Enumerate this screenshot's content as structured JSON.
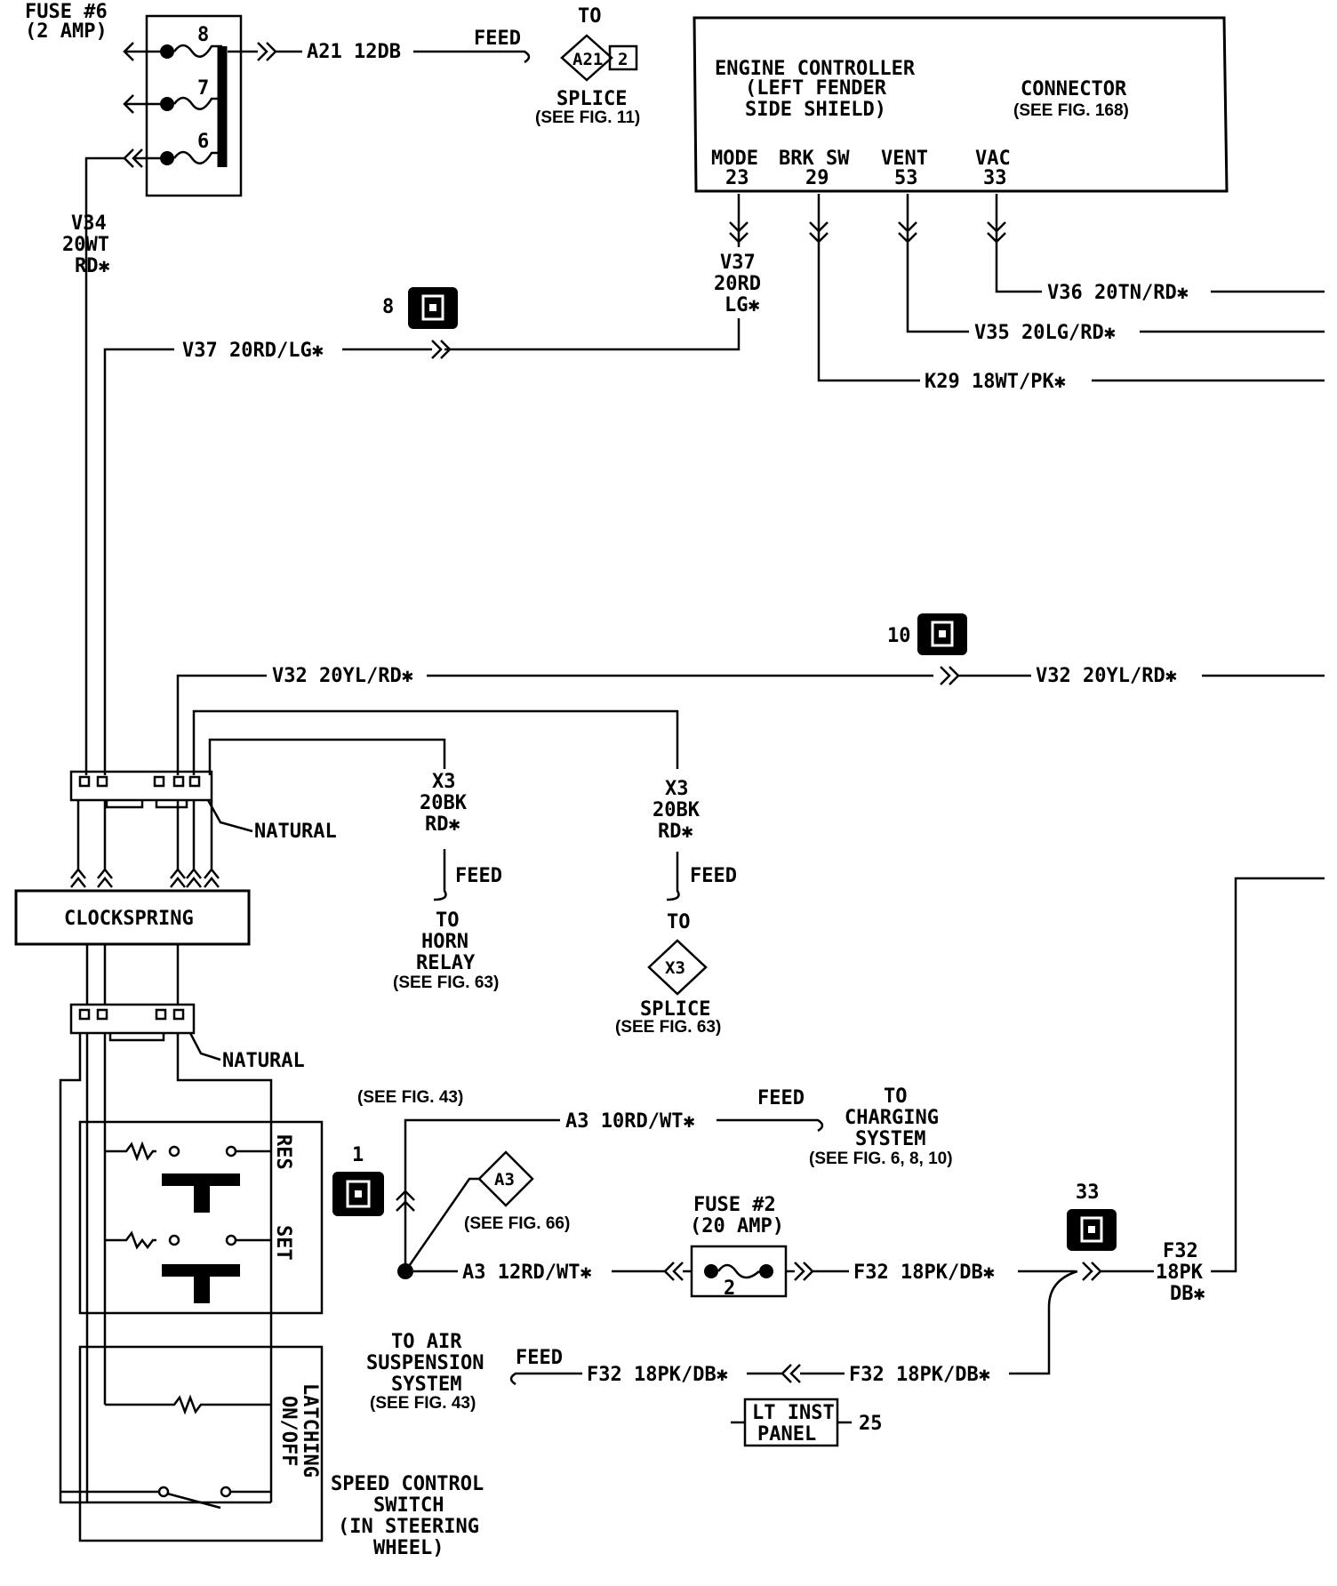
{
  "fuse6": {
    "title": "FUSE #6",
    "rating": "(2 AMP)",
    "positions": [
      "8",
      "7",
      "6"
    ]
  },
  "feed_labels": {
    "feed": "FEED",
    "to": "TO",
    "splice": "SPLICE"
  },
  "circuits": {
    "a21": "A21 12DB",
    "v34": [
      "V34",
      "20WT",
      "RD✱"
    ],
    "v37_vertical": [
      "V37",
      "20RD",
      "LG✱"
    ],
    "v37": "V37 20RD/LG✱",
    "v36": "V36 20TN/RD✱",
    "v35": "V35 20LG/RD✱",
    "k29": "K29 18WT/PK✱",
    "v32": "V32 20YL/RD✱",
    "x3": [
      "X3",
      "20BK",
      "RD✱"
    ],
    "a3_top": "A3 10RD/WT✱",
    "a3_bottom": "A3 12RD/WT✱",
    "f32": "F32 18PK/DB✱",
    "f32_vertical": [
      "F32",
      "18PK",
      "DB✱"
    ]
  },
  "splice_a21": {
    "id": "A21",
    "suffix": "2",
    "ref": "(SEE FIG. 11)"
  },
  "engine_controller": {
    "title": [
      "ENGINE CONTROLLER",
      "(LEFT FENDER",
      "SIDE SHIELD)"
    ],
    "connector": [
      "CONNECTOR",
      "(SEE FIG. 168)"
    ],
    "pins": [
      {
        "name": "MODE",
        "num": "23"
      },
      {
        "name": "BRK SW",
        "num": "29"
      },
      {
        "name": "VENT",
        "num": "53"
      },
      {
        "name": "VAC",
        "num": "33"
      }
    ]
  },
  "connectors": {
    "c8": "8",
    "c10": "10",
    "c1": "1",
    "c33": "33",
    "c25": "25"
  },
  "natural": "NATURAL",
  "clockspring": "CLOCKSPRING",
  "horn_relay": {
    "lines": [
      "TO",
      "HORN",
      "RELAY"
    ],
    "ref": "(SEE FIG. 63)"
  },
  "splice_x3": {
    "id": "X3",
    "ref": "(SEE FIG. 63)"
  },
  "refs": {
    "fig43_top": "(SEE FIG. 43)",
    "fig66": "(SEE FIG. 66)"
  },
  "splice_a3": {
    "id": "A3"
  },
  "charging": {
    "lines": [
      "TO",
      "CHARGING",
      "SYSTEM"
    ],
    "ref": "(SEE FIG. 6, 8, 10)"
  },
  "fuse2": {
    "title": "FUSE #2",
    "rating": "(20 AMP)",
    "pos": "2"
  },
  "air_susp": {
    "lines": [
      "TO AIR",
      "SUSPENSION",
      "SYSTEM"
    ],
    "ref": "(SEE FIG. 43)"
  },
  "lt_inst_panel": [
    "LT INST",
    "PANEL"
  ],
  "switch_labels": {
    "res": "RES",
    "set": "SET",
    "latching": [
      "LATCHING",
      "ON/OFF"
    ]
  },
  "speed_control": [
    "SPEED CONTROL",
    "SWITCH",
    "(IN STEERING",
    "WHEEL)"
  ]
}
